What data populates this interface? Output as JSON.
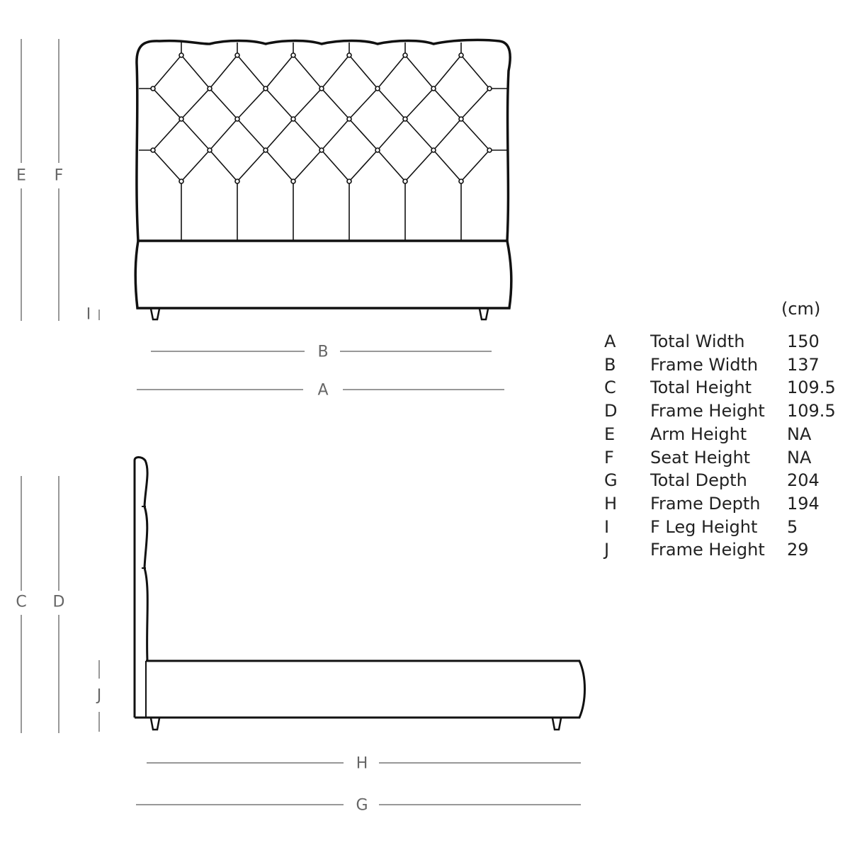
{
  "dimension_labels": {
    "A": "A",
    "B": "B",
    "C": "C",
    "D": "D",
    "E": "E",
    "F": "F",
    "G": "G",
    "H": "H",
    "I": "I",
    "J": "J"
  },
  "table": {
    "unit": "(cm)",
    "rows": [
      {
        "key": "A",
        "name": "Total Width",
        "value": "150"
      },
      {
        "key": "B",
        "name": "Frame Width",
        "value": "137"
      },
      {
        "key": "C",
        "name": "Total Height",
        "value": "109.5"
      },
      {
        "key": "D",
        "name": "Frame Height",
        "value": "109.5"
      },
      {
        "key": "E",
        "name": "Arm Height",
        "value": "NA"
      },
      {
        "key": "F",
        "name": "Seat Height",
        "value": "NA"
      },
      {
        "key": "G",
        "name": "Total Depth",
        "value": "204"
      },
      {
        "key": "H",
        "name": "Frame Depth",
        "value": "194"
      },
      {
        "key": "I",
        "name": "F Leg Height",
        "value": "5"
      },
      {
        "key": "J",
        "name": "Frame Height",
        "value": "29"
      }
    ]
  },
  "colors": {
    "outline": "#111111",
    "dimension": "#666666",
    "text": "#222222"
  }
}
